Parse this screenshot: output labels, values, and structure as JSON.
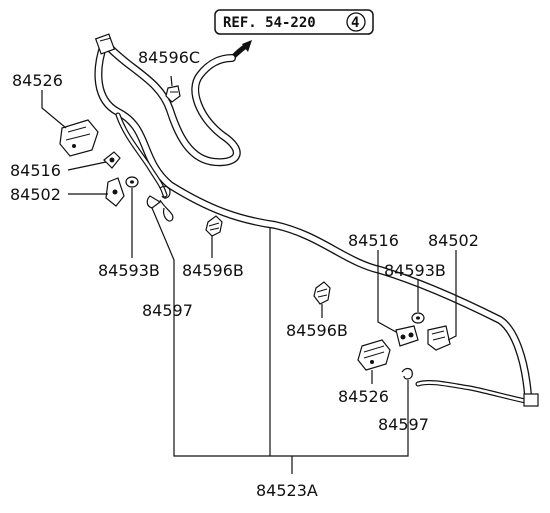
{
  "reference": {
    "text": "REF. 54-220",
    "badge": "4"
  },
  "labels": {
    "p84526_left": "84526",
    "p84596C": "84596C",
    "p84516_left": "84516",
    "p84502_left": "84502",
    "p84593B_left": "84593B",
    "p84596B_left": "84596B",
    "p84597_left": "84597",
    "p84516_right": "84516",
    "p84502_right": "84502",
    "p84593B_right": "84593B",
    "p84596B_right": "84596B",
    "p84526_right": "84526",
    "p84597_right": "84597",
    "p84523A": "84523A"
  }
}
